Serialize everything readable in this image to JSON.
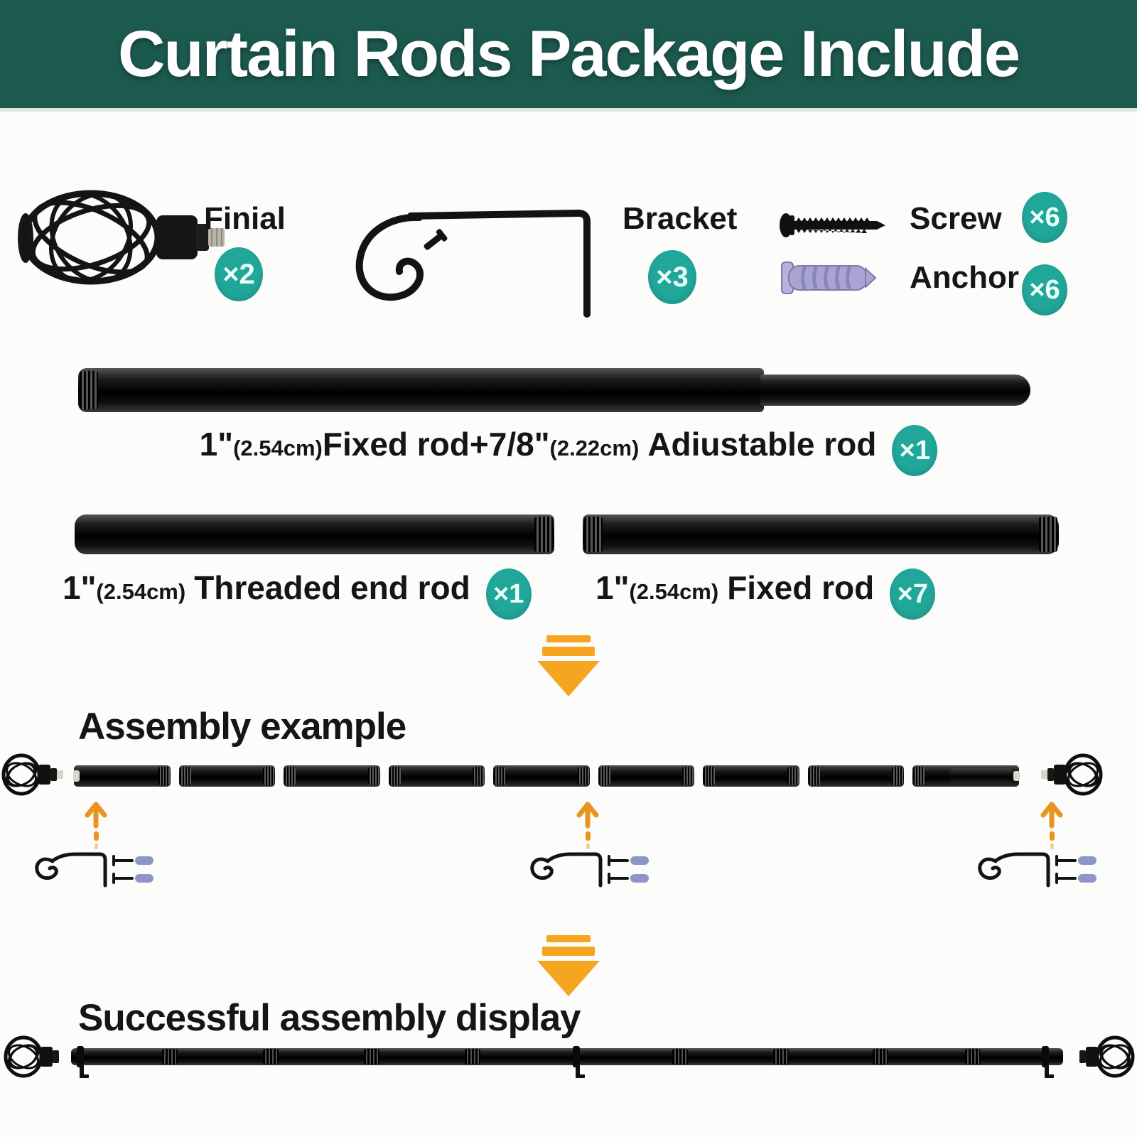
{
  "header": {
    "title": "Curtain Rods Package Include"
  },
  "parts": {
    "finial": {
      "label": "Finial",
      "count": "×2"
    },
    "bracket": {
      "label": "Bracket",
      "count": "×3"
    },
    "screw": {
      "label": "Screw",
      "count": "×6"
    },
    "anchor": {
      "label": "Anchor",
      "count": "×6"
    }
  },
  "rods": {
    "adjustable": {
      "size1": "1\"",
      "cm1": "(2.54cm)",
      "text1": "Fixed rod+7/8\"",
      "cm2": "(2.22cm)",
      "text2": "Adiustable rod",
      "count": "×1"
    },
    "threaded": {
      "size": "1\"",
      "cm": "(2.54cm)",
      "text": "Threaded end rod",
      "count": "×1"
    },
    "fixed": {
      "size": "1\"",
      "cm": "(2.54cm)",
      "text": "Fixed rod",
      "count": "×7"
    }
  },
  "sections": {
    "assembly_title": "Assembly example",
    "success_title": "Successful assembly display"
  },
  "colors": {
    "header_bg": "#1c5a4f",
    "badge_teal": "#21a79a",
    "arrow_orange": "#f5a51f",
    "arrow_orange_dark": "#e8941f",
    "anchor_purple": "#a9a4d1"
  }
}
